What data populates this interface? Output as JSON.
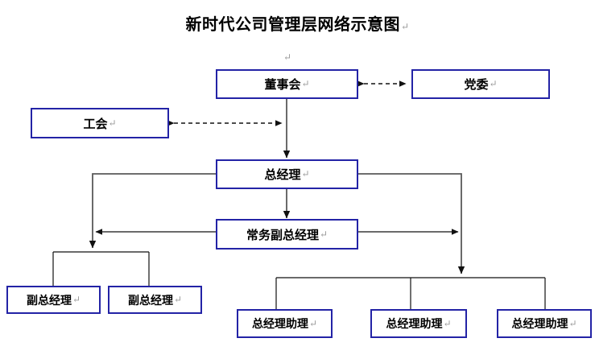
{
  "title": {
    "text": "新时代公司管理层网络示意图",
    "mark": "↵"
  },
  "marks": {
    "pilcrow": "↵",
    "stray_above_board": "↵"
  },
  "colors": {
    "box_border": "#2323a6",
    "box_fill": "#ffffff",
    "connector": "#000000",
    "connector_gray": "#595959",
    "text": "#000000",
    "mark": "#9a9a9a"
  },
  "nodes": {
    "board": {
      "label": "董事会",
      "mark": "↵"
    },
    "party": {
      "label": "党委",
      "mark": "↵"
    },
    "union": {
      "label": "工会",
      "mark": "↵"
    },
    "general_manager": {
      "label": "总经理",
      "mark": "↵"
    },
    "exec_deputy_gm": {
      "label": "常务副总经理",
      "mark": "↵"
    },
    "deputy_gm_1": {
      "label": "副总经理",
      "mark": "↵"
    },
    "deputy_gm_2": {
      "label": "副总经理",
      "mark": "↵"
    },
    "gm_assistant_1": {
      "label": "总经理助理",
      "mark": "↵"
    },
    "gm_assistant_2": {
      "label": "总经理助理",
      "mark": "↵"
    },
    "gm_assistant_3": {
      "label": "总经理助理",
      "mark": "↵"
    }
  },
  "chart_data": {
    "type": "diagram",
    "diagram_kind": "organization-chart",
    "title": "新时代公司管理层网络示意图",
    "levels": [
      {
        "level": 1,
        "nodes": [
          "董事会",
          "党委"
        ]
      },
      {
        "level": 2,
        "nodes": [
          "工会"
        ]
      },
      {
        "level": 3,
        "nodes": [
          "总经理"
        ]
      },
      {
        "level": 4,
        "nodes": [
          "常务副总经理"
        ]
      },
      {
        "level": 5,
        "nodes": [
          "副总经理",
          "副总经理",
          "总经理助理",
          "总经理助理",
          "总经理助理"
        ]
      }
    ],
    "edges": [
      {
        "from": "董事会",
        "to": "党委",
        "style": "dashed",
        "arrow": "both"
      },
      {
        "from": "董事会",
        "to": "工会",
        "style": "dashed",
        "arrow": "both"
      },
      {
        "from": "董事会",
        "to": "总经理",
        "style": "solid",
        "arrow": "to"
      },
      {
        "from": "总经理",
        "to": "常务副总经理",
        "style": "solid",
        "arrow": "to"
      },
      {
        "from": "总经理",
        "to": "副总经理组",
        "style": "solid",
        "arrow": "to"
      },
      {
        "from": "总经理",
        "to": "总经理助理组",
        "style": "solid",
        "arrow": "to"
      },
      {
        "from": "常务副总经理",
        "to": "副总经理组",
        "style": "solid",
        "arrow": "to"
      },
      {
        "from": "常务副总经理",
        "to": "总经理助理组",
        "style": "solid",
        "arrow": "to"
      },
      {
        "from": "副总经理组",
        "to": "副总经理",
        "style": "solid",
        "arrow": "none"
      },
      {
        "from": "副总经理组",
        "to": "副总经理",
        "style": "solid",
        "arrow": "none"
      },
      {
        "from": "总经理助理组",
        "to": "总经理助理",
        "style": "solid",
        "arrow": "none"
      },
      {
        "from": "总经理助理组",
        "to": "总经理助理",
        "style": "solid",
        "arrow": "none"
      },
      {
        "from": "总经理助理组",
        "to": "总经理助理",
        "style": "solid",
        "arrow": "none"
      }
    ]
  }
}
